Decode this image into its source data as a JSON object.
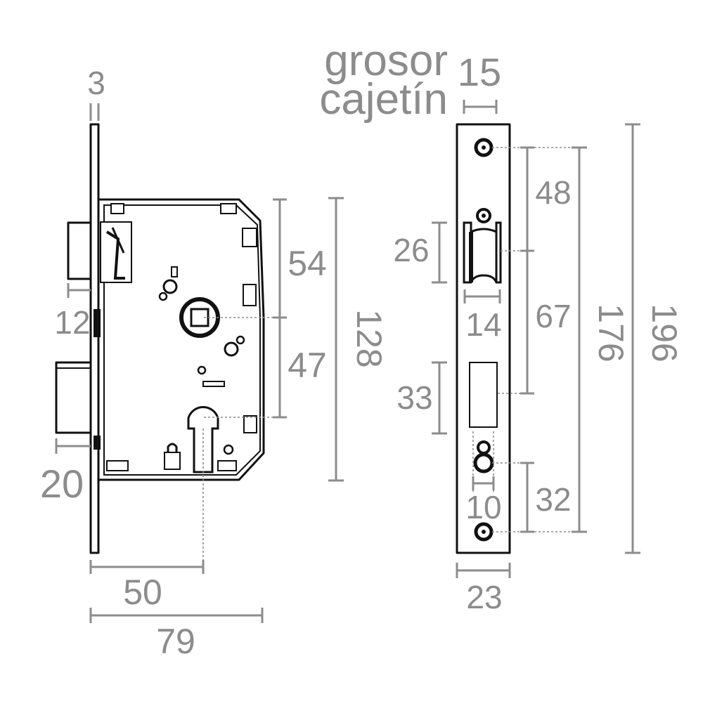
{
  "title": {
    "line1": "grosor",
    "line2": "cajetín",
    "value": "15"
  },
  "side_view": {
    "faceplate_thickness": "3",
    "latch_projection": "12",
    "deadbolt_projection": "20",
    "spindle_to_handle": "54",
    "spindle_to_cylinder": "47",
    "case_height": "128",
    "backset": "50",
    "total_depth": "79"
  },
  "front_view": {
    "screw_to_latch": "48",
    "latch_height": "26",
    "latch_width": "14",
    "latch_to_cylinder_screw": "67",
    "screw_span": "176",
    "faceplate_height": "196",
    "bolt_height": "33",
    "cylinder_hole": "10",
    "cylinder_to_screw": "32",
    "faceplate_width": "23"
  },
  "colors": {
    "dimension": "#8c8c8c",
    "outline": "#111111"
  }
}
